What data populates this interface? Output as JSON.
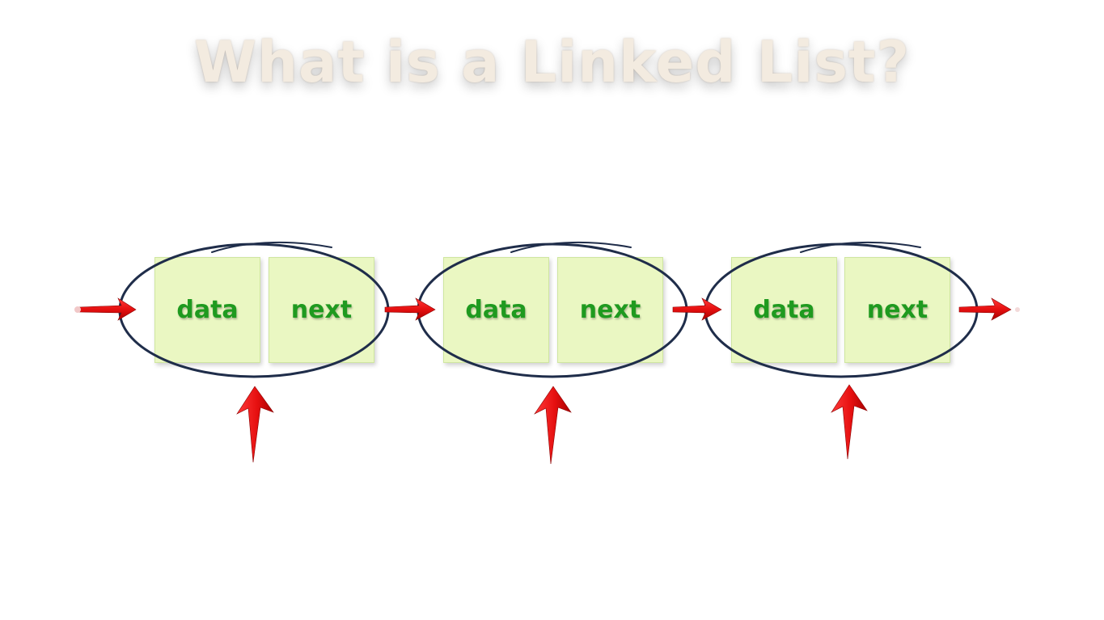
{
  "slide": {
    "title": "What is a Linked List?"
  },
  "nodes": [
    {
      "data_label": "data",
      "next_label": "next"
    },
    {
      "data_label": "data",
      "next_label": "next"
    },
    {
      "data_label": "data",
      "next_label": "next"
    }
  ],
  "colors": {
    "title": "#f3ebe0",
    "box_fill": "#eaf7c2",
    "box_text": "#1f9a1f",
    "ellipse_stroke": "#1f2d4a",
    "arrow_red": "#e61010"
  },
  "icons": {
    "link_arrow": "right-arrow-icon",
    "pointer_arrow": "up-arrow-icon"
  }
}
